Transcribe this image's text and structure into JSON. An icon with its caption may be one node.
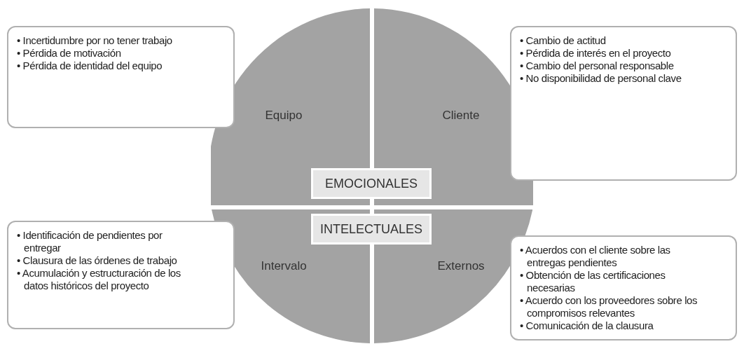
{
  "diagram": {
    "nodes": [
      {
        "text": [
          "• Incertidumbre por no tener trabajo",
          "• Pérdida de motivación",
          "• Pérdida de identidad del equipo"
        ]
      },
      {
        "text": [
          "Equipo"
        ]
      },
      {
        "text": [
          "Cliente"
        ]
      },
      {
        "text": [
          "• Cambio de actitud",
          "• Pérdida de interés en el proyecto",
          "• Cambio del personal responsable",
          "• No disponibilidad de personal clave"
        ]
      },
      {
        "text": [
          "EMOCIONALES"
        ]
      },
      {
        "text": [
          "INTELECTUALES"
        ]
      },
      {
        "text": [
          "• Identificación de pendientes por entregar",
          "• Clausura de las órdenes de trabajo",
          "• Acumulación y estructuración de los datos históricos del proyecto"
        ]
      },
      {
        "text": [
          "Intervalo"
        ]
      },
      {
        "text": [
          "Externos"
        ]
      },
      {
        "text": [
          "• Acuerdos con el cliente sobre las entregas pendientes",
          "• Obtención de las certificaciones necesarias",
          "• Acuerdo con los proveedores sobre los compromisos relevantes",
          "• Comunicación de la clausura"
        ]
      }
    ],
    "edges": []
  }
}
